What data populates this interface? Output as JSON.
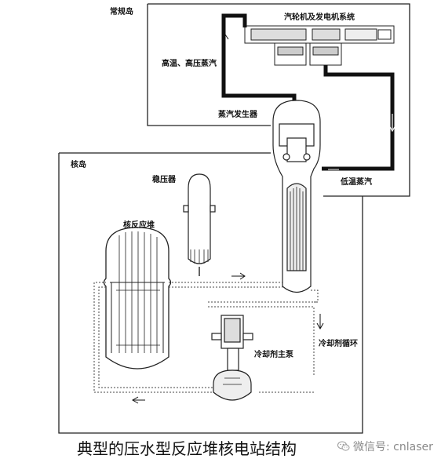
{
  "labels": {
    "conventional_island": "常规岛",
    "turbine_generator": "汽轮机及发电机系统",
    "hot_steam": "高温、高压蒸汽",
    "steam_generator": "蒸汽发生器",
    "nuclear_island": "核岛",
    "pressurizer": "稳压器",
    "low_temp_steam": "低温蒸汽",
    "reactor": "核反应堆",
    "coolant_loop": "冷却剂循环",
    "main_pump": "冷却剂主泵"
  },
  "caption": "典型的压水型反应堆核电站结构",
  "watermark": "微信号: cnlaser",
  "icons": [
    "wechat-icon"
  ]
}
